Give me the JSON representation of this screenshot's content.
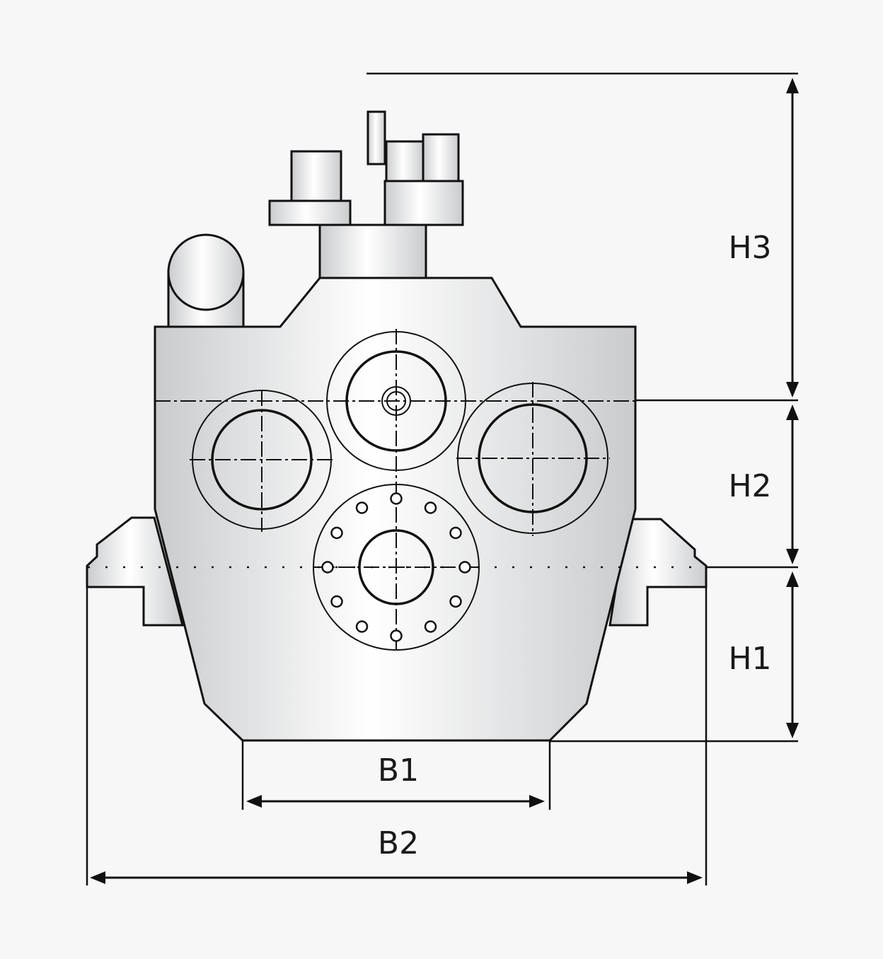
{
  "diagram": {
    "labels": {
      "h3": "H3",
      "h2": "H2",
      "h1": "H1",
      "b1": "B1",
      "b2": "B2"
    },
    "colors": {
      "background": "#f7f7f7",
      "line": "#111111",
      "metal_light": "#ffffff",
      "metal_dark": "#c9cbcd"
    }
  }
}
